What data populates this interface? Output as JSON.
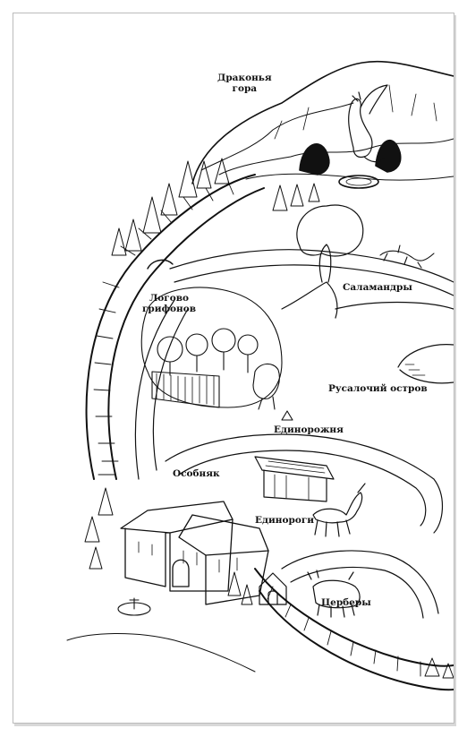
{
  "map": {
    "labels": {
      "dragon_mountain": "Драконья\nгора",
      "salamanders": "Саламандры",
      "griffin_lair": "Логово\nгрифонов",
      "mermaid_island": "Русалочий остров",
      "unicorn_stable": "Единорожня",
      "mansion": "Особняк",
      "unicorns": "Единороги",
      "cerberuses": "Церберы"
    }
  }
}
